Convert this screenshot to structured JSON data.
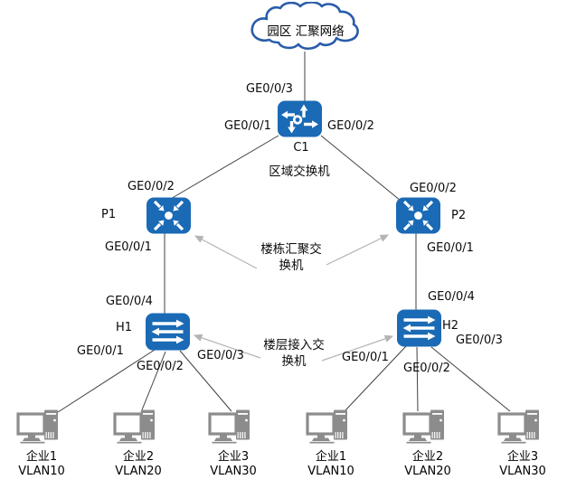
{
  "diagram": {
    "title_hint": "campus network topology",
    "cloud": {
      "label": "园区 汇聚网络"
    },
    "core": {
      "name": "C1",
      "caption": "区域交换机",
      "port_up": "GE0/0/3",
      "port_left": "GE0/0/1",
      "port_right": "GE0/0/2"
    },
    "agg": {
      "p1": {
        "name": "P1",
        "port_up": "GE0/0/2",
        "port_down": "GE0/0/1"
      },
      "p2": {
        "name": "P2",
        "port_up": "GE0/0/2",
        "port_down": "GE0/0/1"
      },
      "note_line1": "楼栋汇聚交",
      "note_line2": "换机"
    },
    "access": {
      "h1": {
        "name": "H1",
        "port_up": "GE0/0/4",
        "port1": "GE0/0/1",
        "port2": "GE0/0/2",
        "port3": "GE0/0/3"
      },
      "h2": {
        "name": "H2",
        "port_up": "GE0/0/4",
        "port1": "GE0/0/1",
        "port2": "GE0/0/2",
        "port3": "GE0/0/3"
      },
      "note_line1": "楼层接入交",
      "note_line2": "换机"
    },
    "pcs": [
      {
        "name": "企业1",
        "vlan": "VLAN10"
      },
      {
        "name": "企业2",
        "vlan": "VLAN20"
      },
      {
        "name": "企业3",
        "vlan": "VLAN30"
      },
      {
        "name": "企业1",
        "vlan": "VLAN10"
      },
      {
        "name": "企业2",
        "vlan": "VLAN20"
      },
      {
        "name": "企业3",
        "vlan": "VLAN30"
      }
    ],
    "icons": {
      "cloud": "cloud-icon",
      "core": "l3-switch-icon",
      "agg": "aggregation-switch-icon",
      "access": "l2-switch-icon",
      "pc": "desktop-pc-icon"
    },
    "colors": {
      "device_blue": "#1a6ab5",
      "cloud_stroke": "#2a5caa",
      "link_line": "#404040",
      "note_arrow": "#b4b4b4",
      "pc_gray": "#8c8c8c",
      "text": "#000000",
      "background": "#ffffff"
    }
  }
}
